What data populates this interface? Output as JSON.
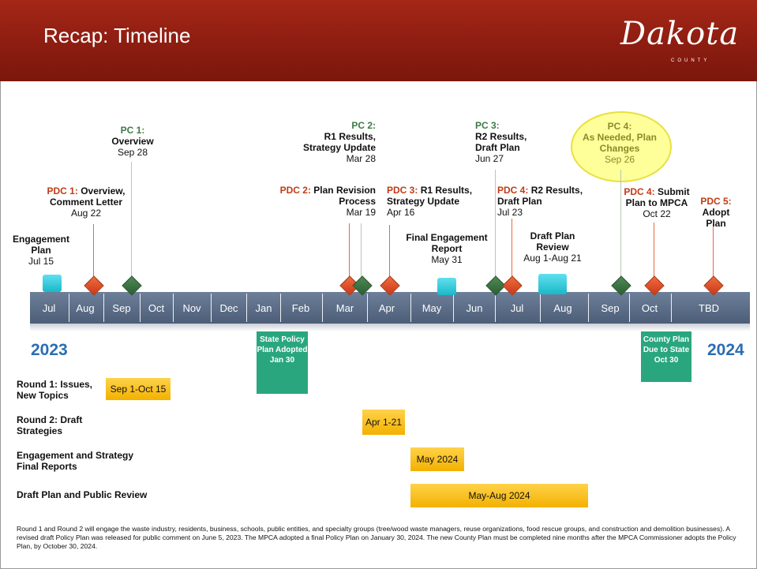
{
  "header": {
    "title": "Recap: Timeline",
    "logo_text": "Dakota",
    "logo_sub": "COUNTY"
  },
  "colors": {
    "header_red": "#8a1c10",
    "axis": "#5a6b86",
    "pdc_red": "#c13b14",
    "pc_green": "#3d7a45",
    "year_blue": "#2a6db3",
    "bar_gold": "#f5b800",
    "teal": "#2aa67e",
    "highlight_yellow": "#ffff9a"
  },
  "years": {
    "start": "2023",
    "end": "2024"
  },
  "months": [
    "Jul",
    "Aug",
    "Sep",
    "Oct",
    "Nov",
    "Dec",
    "Jan",
    "Feb",
    "Mar",
    "Apr",
    "May",
    "Jun",
    "Jul",
    "Aug",
    "Sep",
    "Oct",
    "TBD"
  ],
  "milestones": {
    "engagement_plan": {
      "title": "Engagement Plan",
      "date": "Jul 15"
    },
    "pdc1": {
      "tag": "PDC 1:",
      "title": "Overview, Comment Letter",
      "date": "Aug 22"
    },
    "pc1": {
      "tag": "PC 1:",
      "title": "Overview",
      "date": "Sep 28"
    },
    "pc2": {
      "tag": "PC 2:",
      "title": "R1 Results, Strategy Update",
      "date": "Mar 28"
    },
    "pdc2": {
      "tag": "PDC 2:",
      "title": "Plan Revision Process",
      "date": "Mar 19"
    },
    "pdc3": {
      "tag": "PDC 3:",
      "title": "R1 Results, Strategy Update",
      "date": "Apr 16"
    },
    "final_report": {
      "title": "Final Engagement Report",
      "date": "May 31"
    },
    "pc3": {
      "tag": "PC 3:",
      "title": "R2 Results, Draft Plan",
      "date": "Jun 27"
    },
    "pdc4a": {
      "tag": "PDC 4:",
      "title": "R2 Results, Draft Plan",
      "date": "Jul 23"
    },
    "draft_review": {
      "title": "Draft Plan Review",
      "date": "Aug 1-Aug 21"
    },
    "pc4": {
      "tag": "PC 4:",
      "title": "As Needed, Plan Changes",
      "date": "Sep 26"
    },
    "pdc4b": {
      "tag": "PDC 4:",
      "title": "Submit Plan to MPCA",
      "date": "Oct 22"
    },
    "pdc5": {
      "tag": "PDC 5:",
      "title": "Adopt Plan"
    }
  },
  "below_axis": {
    "state_policy": "State Policy Plan Adopted Jan 30",
    "county_plan": "County Plan Due to State Oct 30"
  },
  "rows": [
    {
      "label": "Round 1: Issues, New Topics",
      "bar": "Sep 1-Oct 15"
    },
    {
      "label": "Round 2: Draft Strategies",
      "bar": "Apr 1-21"
    },
    {
      "label": "Engagement and Strategy Final Reports",
      "bar": "May 2024"
    },
    {
      "label": "Draft Plan and Public Review",
      "bar": "May-Aug 2024"
    }
  ],
  "footnote": "Round 1 and Round 2 will engage the waste industry, residents, business, schools, public entities, and specialty groups (tree/wood waste managers, reuse organizations, food rescue groups, and construction and demolition businesses). A revised draft Policy Plan was released for public comment on June 5, 2023. The MPCA adopted a final Policy Plan on January 30, 2024. The new County Plan must be completed nine months after the MPCA Commissioner adopts the Policy Plan, by October 30, 2024."
}
